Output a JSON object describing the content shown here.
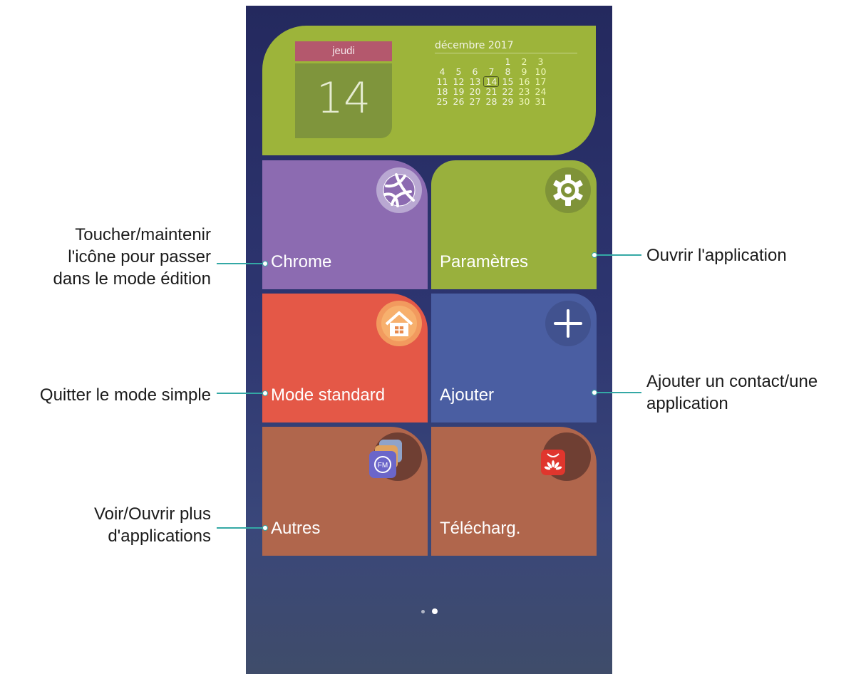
{
  "calendar": {
    "weekday": "jeudi",
    "day": "14",
    "month_label": "décembre 2017",
    "weeks": [
      [
        "",
        "",
        "",
        "",
        "1",
        "2",
        "3"
      ],
      [
        "4",
        "5",
        "6",
        "7",
        "8",
        "9",
        "10"
      ],
      [
        "11",
        "12",
        "13",
        "14",
        "15",
        "16",
        "17"
      ],
      [
        "18",
        "19",
        "20",
        "21",
        "22",
        "23",
        "24"
      ],
      [
        "25",
        "26",
        "27",
        "28",
        "29",
        "30",
        "31"
      ]
    ],
    "today": "14"
  },
  "tiles": {
    "chrome": {
      "label": "Chrome",
      "icon": "globe-icon"
    },
    "parametres": {
      "label": "Paramètres",
      "icon": "gear-icon"
    },
    "mode_standard": {
      "label": "Mode standard",
      "icon": "home-icon"
    },
    "ajouter": {
      "label": "Ajouter",
      "icon": "plus-icon"
    },
    "autres": {
      "label": "Autres",
      "icon": "folder-icon"
    },
    "telecharg": {
      "label": "Télécharg.",
      "icon": "app-store-icon"
    }
  },
  "pager": {
    "pages": 2,
    "active": 2
  },
  "annotations": {
    "edit_mode": [
      "Toucher/maintenir",
      "l'icône pour passer",
      "dans le mode édition"
    ],
    "open_app": [
      "Ouvrir l'application"
    ],
    "quit_simple": [
      "Quitter le mode simple"
    ],
    "add_contact": [
      "Ajouter un contact/une",
      "application"
    ],
    "more_apps": [
      "Voir/Ouvrir plus",
      "d'applications"
    ]
  },
  "colors": {
    "accent_line": "#34a8a5",
    "calendar": "#9db43a",
    "chrome_tile": "#8c6bb1",
    "settings_tile": "#99b03d",
    "mode_tile": "#e45847",
    "add_tile": "#4a5ea2",
    "brown_tile": "#b0664c"
  }
}
